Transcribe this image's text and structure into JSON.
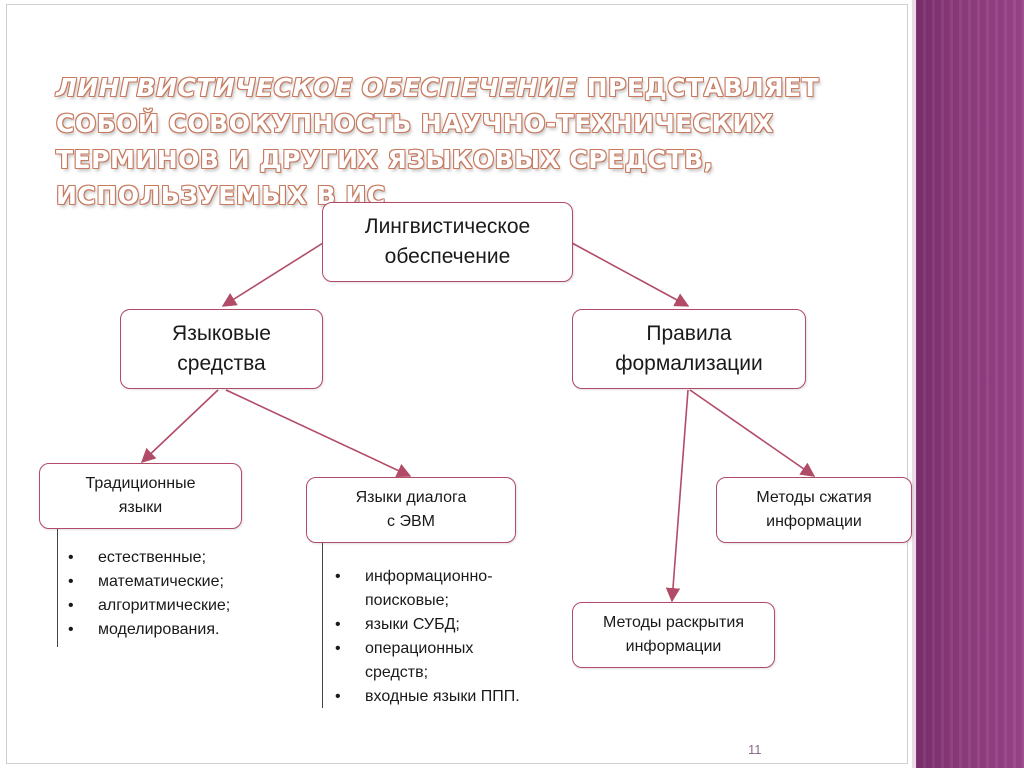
{
  "title": {
    "emphasis": "Лингвистическое обеспечение",
    "rest": " представляет собой совокупность научно-технических терминов и других языковых средств, используемых в ИС"
  },
  "nodes": {
    "root": "Лингвистическое\nобеспечение",
    "lang_means": "Языковые\nсредства",
    "formal_rules": "Правила\nформализации",
    "traditional": "Традиционные\nязыки",
    "dialog": "Языки диалога\nс ЭВМ",
    "compression": "Методы сжатия\nинформации",
    "disclosure": "Методы раскрытия\nинформации"
  },
  "lists": {
    "traditional": [
      "естественные;",
      "математические;",
      "алгоритмические;",
      "моделирования."
    ],
    "dialog": [
      "информационно-\nпоисковые;",
      "языки СУБД;",
      "операционных\nсредств;",
      "входные языки ППП."
    ]
  },
  "page_number": "11",
  "colors": {
    "box_border": "#b24b67",
    "arrow": "#b24b67",
    "side_panel": "#8c3a7c",
    "title_outline": "#c8795e"
  }
}
